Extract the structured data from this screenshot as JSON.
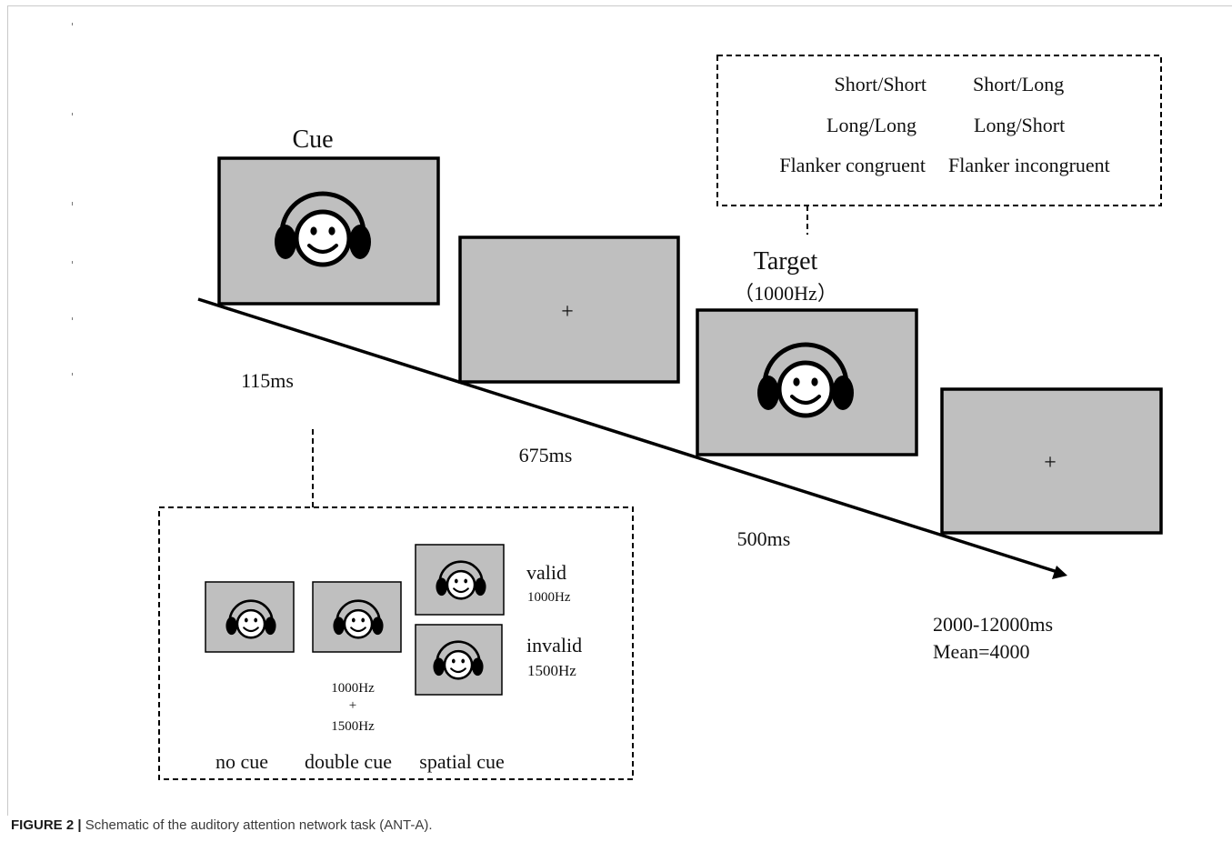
{
  "stages": {
    "cue": {
      "title": "Cue",
      "duration": "115ms"
    },
    "fixation1": {
      "symbol": "+",
      "duration": "675ms"
    },
    "target": {
      "title": "Target",
      "subtitle": "（1000Hz）",
      "duration": "500ms"
    },
    "fixation2": {
      "symbol": "+",
      "duration_line1": "2000-12000ms",
      "duration_line2": "Mean=4000"
    }
  },
  "target_conditions": [
    [
      "Short/Short",
      "Short/Long"
    ],
    [
      "Long/Long",
      "Long/Short"
    ],
    [
      "Flanker congruent",
      "Flanker incongruent"
    ]
  ],
  "cue_types": {
    "no_cue": "no cue",
    "double_cue": "double cue",
    "double_cue_freq_1": "1000Hz",
    "double_cue_plus": "+",
    "double_cue_freq_2": "1500Hz",
    "spatial_cue": "spatial cue",
    "valid": "valid",
    "valid_freq": "1000Hz",
    "invalid": "invalid",
    "invalid_freq": "1500Hz"
  },
  "caption": {
    "label": "FIGURE 2 |",
    "text": " Schematic of the auditory attention network task (ANT-A)."
  },
  "colors": {
    "screen_fill": "#bfbfbf",
    "line": "#000000"
  },
  "icons": [
    "headphone-smiley-icon",
    "arrow-head-icon"
  ]
}
